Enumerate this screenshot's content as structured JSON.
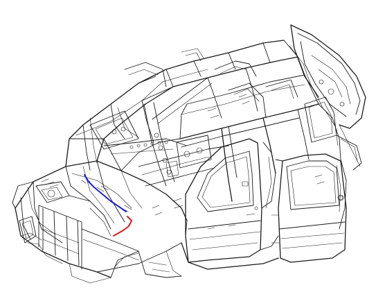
{
  "diagram": {
    "subject": "vehicle-body-in-white",
    "colors": {
      "line": "#1a1a1a",
      "background": "#ffffff",
      "highlight_blue": "#1f1fd6",
      "highlight_red": "#e01818"
    },
    "highlights": [
      {
        "name": "blue-routing",
        "color": "#1f1fd6"
      },
      {
        "name": "red-routing",
        "color": "#e01818"
      }
    ]
  }
}
